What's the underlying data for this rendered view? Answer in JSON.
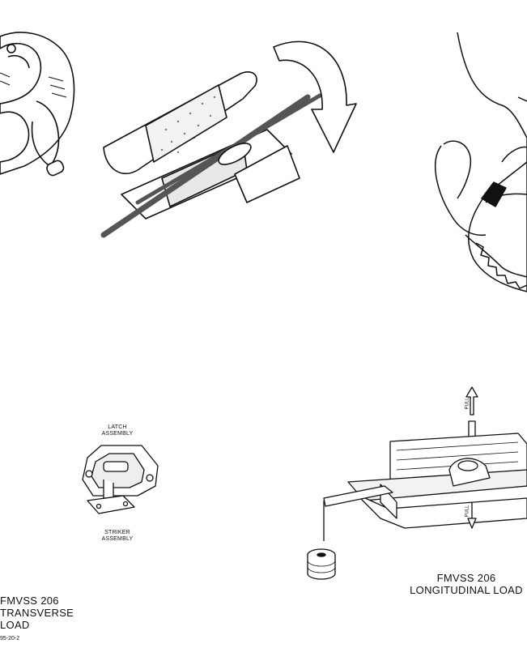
{
  "labels": {
    "latch": [
      "LATCH",
      "ASSEMBLY"
    ],
    "striker": [
      "STRIKER",
      "ASSEMBLY"
    ],
    "transverse": [
      "FMVSS 206",
      "TRANSVERSE LOAD"
    ],
    "longitudinal": [
      "FMVSS 206",
      "LONGITUDINAL LOAD"
    ],
    "pull": "PULL",
    "figure_id": "95-20-2"
  },
  "colors": {
    "line": "#111111",
    "fill": "#ffffff",
    "rod": "#555555",
    "shade": "#dddddd"
  }
}
